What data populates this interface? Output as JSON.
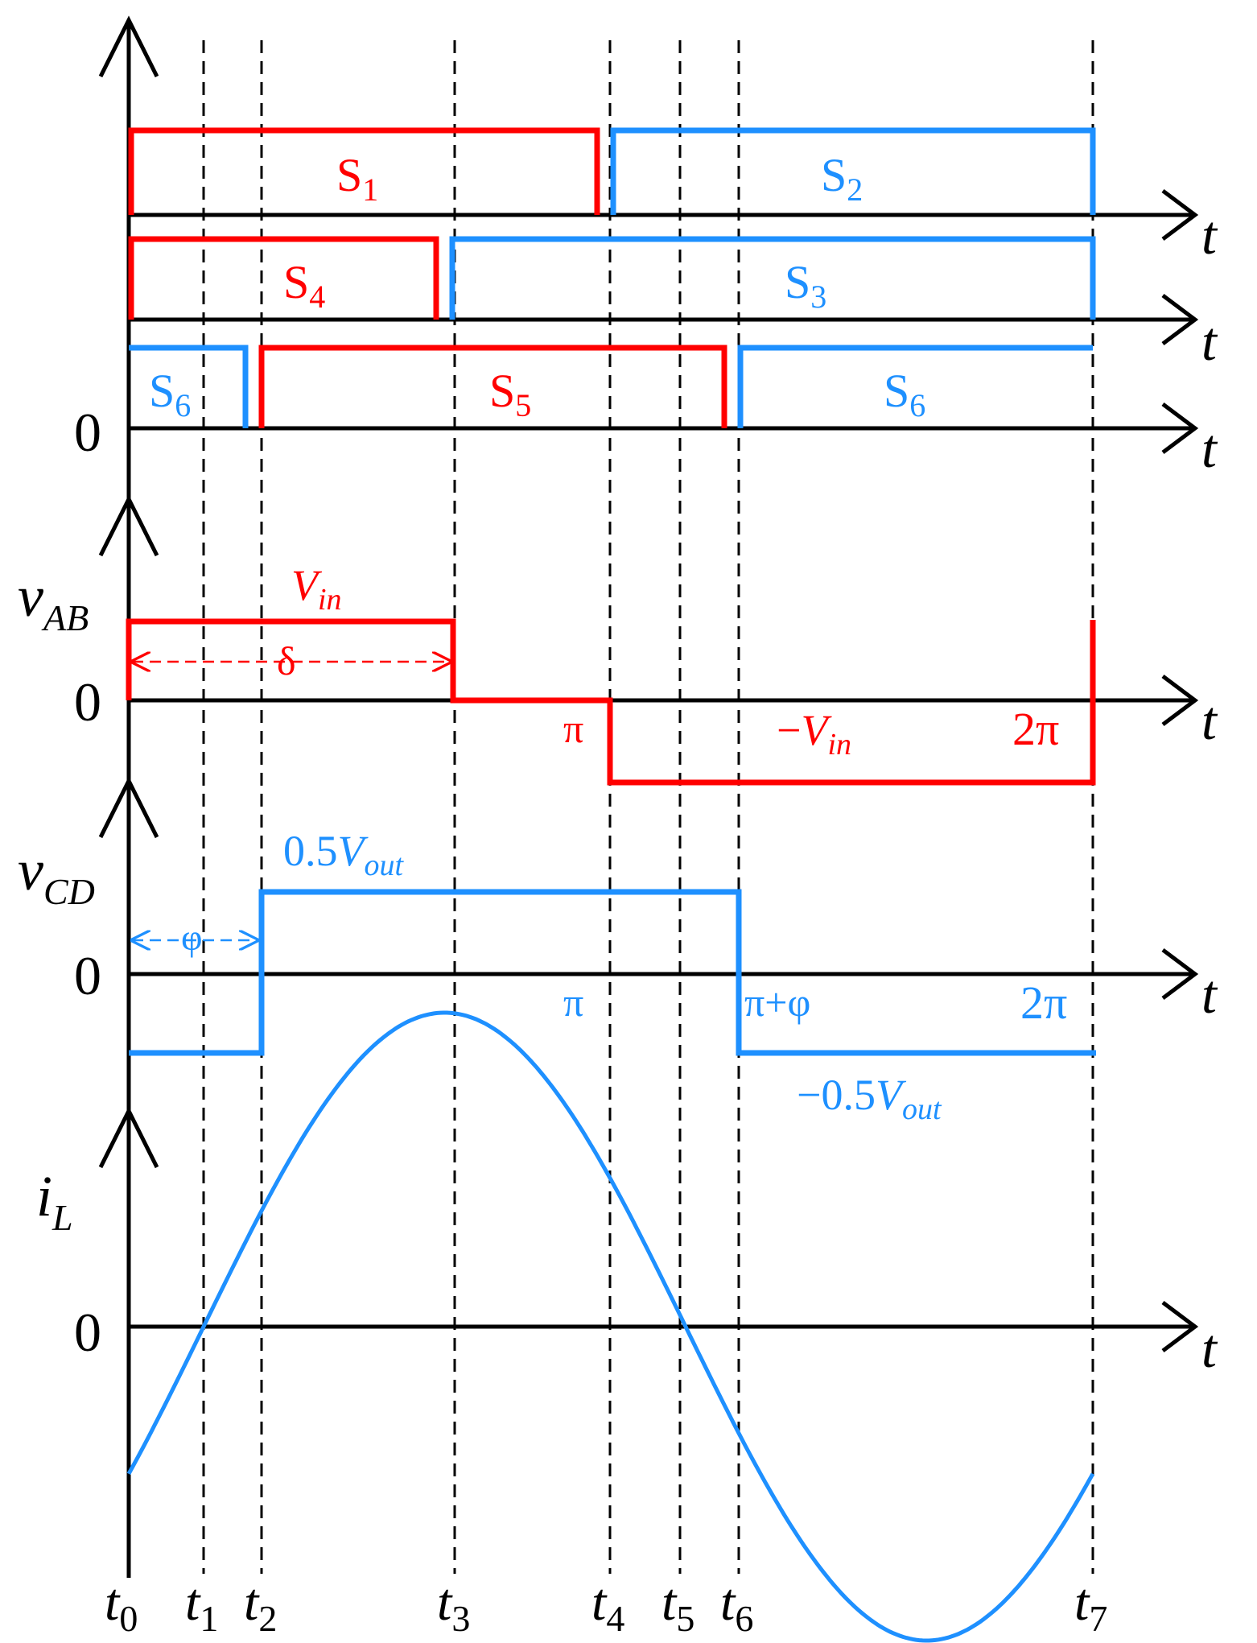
{
  "colors": {
    "axis": "#000000",
    "red": "#ff0000",
    "blue": "#1e90ff"
  },
  "axis_label": "t",
  "zero_label": "0",
  "time_labels": [
    {
      "base": "t",
      "sub": "0"
    },
    {
      "base": "t",
      "sub": "1"
    },
    {
      "base": "t",
      "sub": "2"
    },
    {
      "base": "t",
      "sub": "3"
    },
    {
      "base": "t",
      "sub": "4"
    },
    {
      "base": "t",
      "sub": "5"
    },
    {
      "base": "t",
      "sub": "6"
    },
    {
      "base": "t",
      "sub": "7"
    }
  ],
  "switches": {
    "s1": {
      "base": "S",
      "sub": "1"
    },
    "s2": {
      "base": "S",
      "sub": "2"
    },
    "s3": {
      "base": "S",
      "sub": "3"
    },
    "s4": {
      "base": "S",
      "sub": "4"
    },
    "s5": {
      "base": "S",
      "sub": "5"
    },
    "s6a": {
      "base": "S",
      "sub": "6"
    },
    "s6b": {
      "base": "S",
      "sub": "6"
    }
  },
  "vab": {
    "ylabel": {
      "base": "v",
      "sub": "AB"
    },
    "high": {
      "base": "V",
      "sub": "in"
    },
    "low": {
      "pre": "−",
      "base": "V",
      "sub": "in"
    },
    "delta": "δ",
    "pi": "π",
    "two_pi": "2π"
  },
  "vcd": {
    "ylabel": {
      "base": "v",
      "sub": "CD"
    },
    "high": {
      "coef": "0.5",
      "base": "V",
      "sub": "out"
    },
    "low": {
      "coef": "−0.5",
      "base": "V",
      "sub": "out"
    },
    "phi": "φ",
    "pi": "π",
    "pi_phi": "π+φ",
    "two_pi": "2π"
  },
  "il": {
    "ylabel": {
      "base": "i",
      "sub": "L"
    }
  }
}
